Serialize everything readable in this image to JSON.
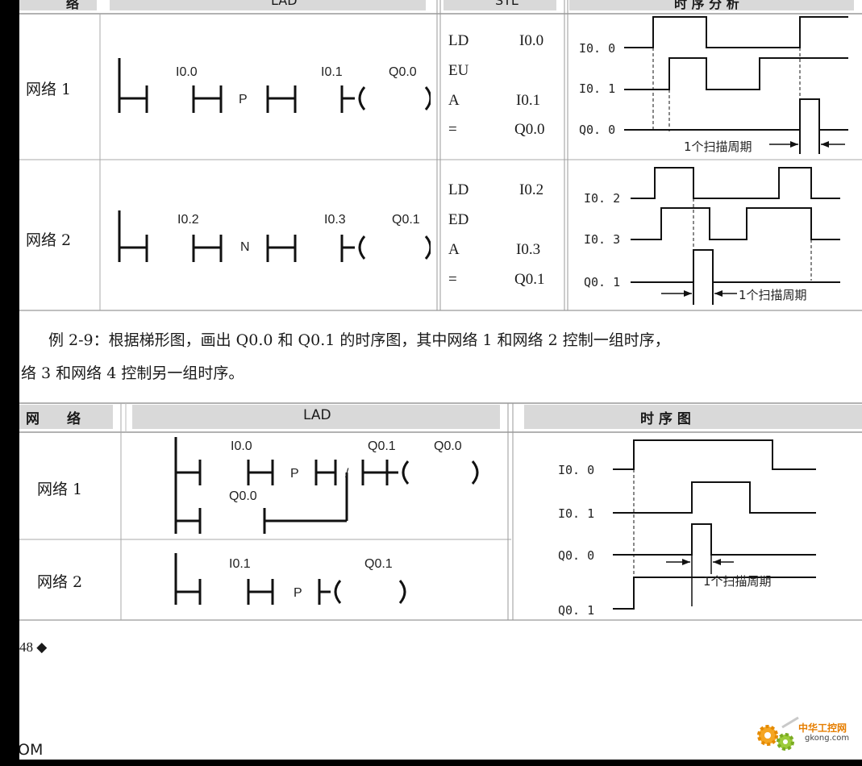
{
  "table1": {
    "header": {
      "network": "络",
      "lad": "LAD",
      "stl": "STL",
      "timing": "时 序 分 析"
    },
    "rows": [
      {
        "label": "网络 1",
        "lad": {
          "in1": "I0.0",
          "edge": "P",
          "in2": "I0.1",
          "out": "Q0.0"
        },
        "stl": [
          {
            "op": "LD",
            "arg": "I0.0"
          },
          {
            "op": "EU",
            "arg": ""
          },
          {
            "op": "A",
            "arg": "I0.1"
          },
          {
            "op": "=",
            "arg": "Q0.0"
          }
        ],
        "timing": {
          "signals": [
            "I0. 0",
            "I0. 1",
            "Q0. 0"
          ],
          "note": "1个扫描周期"
        }
      },
      {
        "label": "网络 2",
        "lad": {
          "in1": "I0.2",
          "edge": "N",
          "in2": "I0.3",
          "out": "Q0.1"
        },
        "stl": [
          {
            "op": "LD",
            "arg": "I0.2"
          },
          {
            "op": "ED",
            "arg": ""
          },
          {
            "op": "A",
            "arg": "I0.3"
          },
          {
            "op": "=",
            "arg": "Q0.1"
          }
        ],
        "timing": {
          "signals": [
            "I0. 2",
            "I0. 3",
            "Q0. 1"
          ],
          "note": "1个扫描周期"
        }
      }
    ]
  },
  "paragraph": {
    "line1": "例 2-9：根据梯形图，画出 Q0.0 和 Q0.1 的时序图，其中网络 1 和网络 2 控制一组时序，",
    "line2": "络 3 和网络 4 控制另一组时序。"
  },
  "table2": {
    "header": {
      "network": "网　　络",
      "lad": "LAD",
      "timing": "时 序 图"
    },
    "rows": [
      {
        "label": "网络 1",
        "lad": {
          "in1": "I0.0",
          "edge": "P",
          "ncin": "Q0.1",
          "out": "Q0.0",
          "hold": "Q0.0",
          "not": "/"
        }
      },
      {
        "label": "网络 2",
        "lad": {
          "in1": "I0.1",
          "edge": "P",
          "out": "Q0.1"
        }
      }
    ],
    "timing": {
      "signals": [
        "I0. 0",
        "I0. 1",
        "Q0. 0",
        "Q0. 1"
      ],
      "note": "1个扫描周期"
    }
  },
  "footer": {
    "page": "48 ◆",
    "corner": "OM"
  },
  "logo": {
    "name": "中华工控网",
    "url": "gkong.com"
  }
}
